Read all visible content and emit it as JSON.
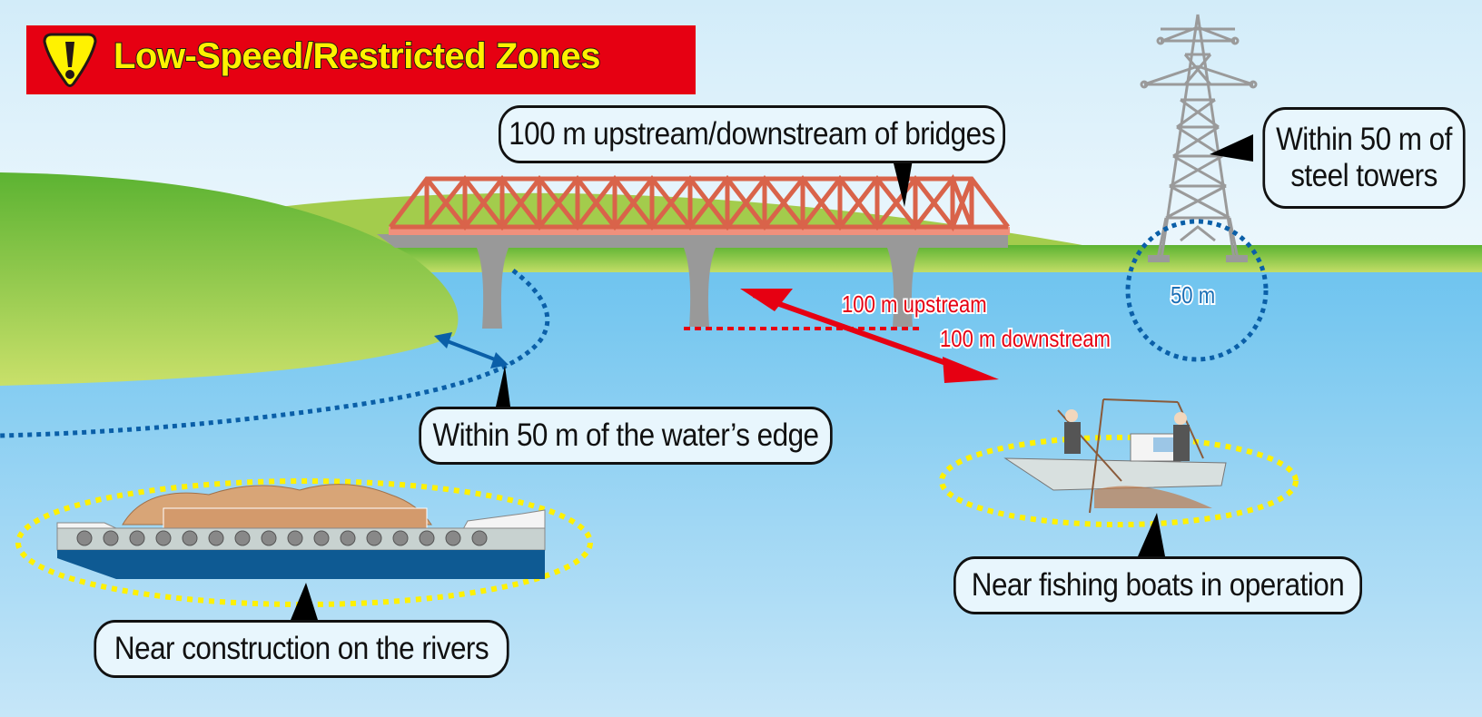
{
  "title": {
    "text": "Low-Speed/Restricted Zones",
    "icon": "warning-exclamation-icon",
    "banner_color": "#e60012",
    "text_color": "#fff200"
  },
  "callouts": {
    "bridges": "100 m upstream/downstream of bridges",
    "towers_line1": "Within 50 m of",
    "towers_line2": "steel towers",
    "water_edge": "Within 50 m of the water’s edge",
    "construction": "Near construction on the rivers",
    "fishing": "Near fishing boats in operation"
  },
  "labels": {
    "upstream": "100 m upstream",
    "downstream": "100 m downstream",
    "tower_radius": "50 m"
  },
  "colors": {
    "sky": "#e4f3fb",
    "water": "#78c8f0",
    "grass": "#6cb83a",
    "bridge_truss": "#d9634a",
    "bridge_deck": "#999999",
    "zone_blue": "#0a5fa8",
    "zone_yellow": "#fff100",
    "arrow_red": "#e60012"
  }
}
